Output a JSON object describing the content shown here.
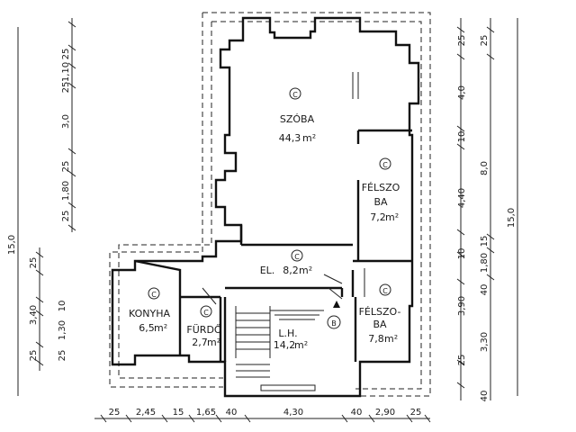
{
  "rooms": [
    {
      "id": "szoba",
      "name": "SZÓBA",
      "area": "44,3",
      "unit": "m²",
      "marker": "C"
    },
    {
      "id": "felszoba1",
      "name1": "FÉLSZO",
      "name2": "BA",
      "area": "7,2",
      "unit": "m²",
      "marker": "C"
    },
    {
      "id": "el",
      "name": "EL.",
      "area": "8,2",
      "unit": "m²",
      "marker": "C"
    },
    {
      "id": "konyha",
      "name": "KONYHA",
      "area": "6,5",
      "unit": "m²",
      "marker": "C"
    },
    {
      "id": "furdo",
      "name": "FÜRDŐ",
      "area": "2,7",
      "unit": "m²",
      "marker": "C"
    },
    {
      "id": "lh",
      "name": "L.H.",
      "area": "14,2",
      "unit": "m²",
      "marker": "B"
    },
    {
      "id": "felszoba2",
      "name1": "FÉLSZO-",
      "name2": "BA",
      "area": "7,8",
      "unit": "m²",
      "marker": "C"
    }
  ],
  "dims_bottom": [
    "25",
    "2,45",
    "15",
    "1,65",
    "40",
    "4,30",
    "40",
    "2,90",
    "25"
  ],
  "dims_left_outer": [
    "25",
    "1,10",
    "25",
    "3,0",
    "25",
    "1,80",
    "25"
  ],
  "dims_left_lower": [
    "25",
    "3,40",
    "10",
    "1,30",
    "25",
    "25"
  ],
  "dims_left_total": "15,0",
  "dims_right_inner": [
    "25",
    "4,0",
    "10",
    "4,40",
    "10",
    "40",
    "3,90",
    "3,30",
    "25",
    "40"
  ],
  "dims_right_mid": [
    "25",
    "8,0",
    "15",
    "1,80"
  ],
  "dims_right_total": "15,0"
}
